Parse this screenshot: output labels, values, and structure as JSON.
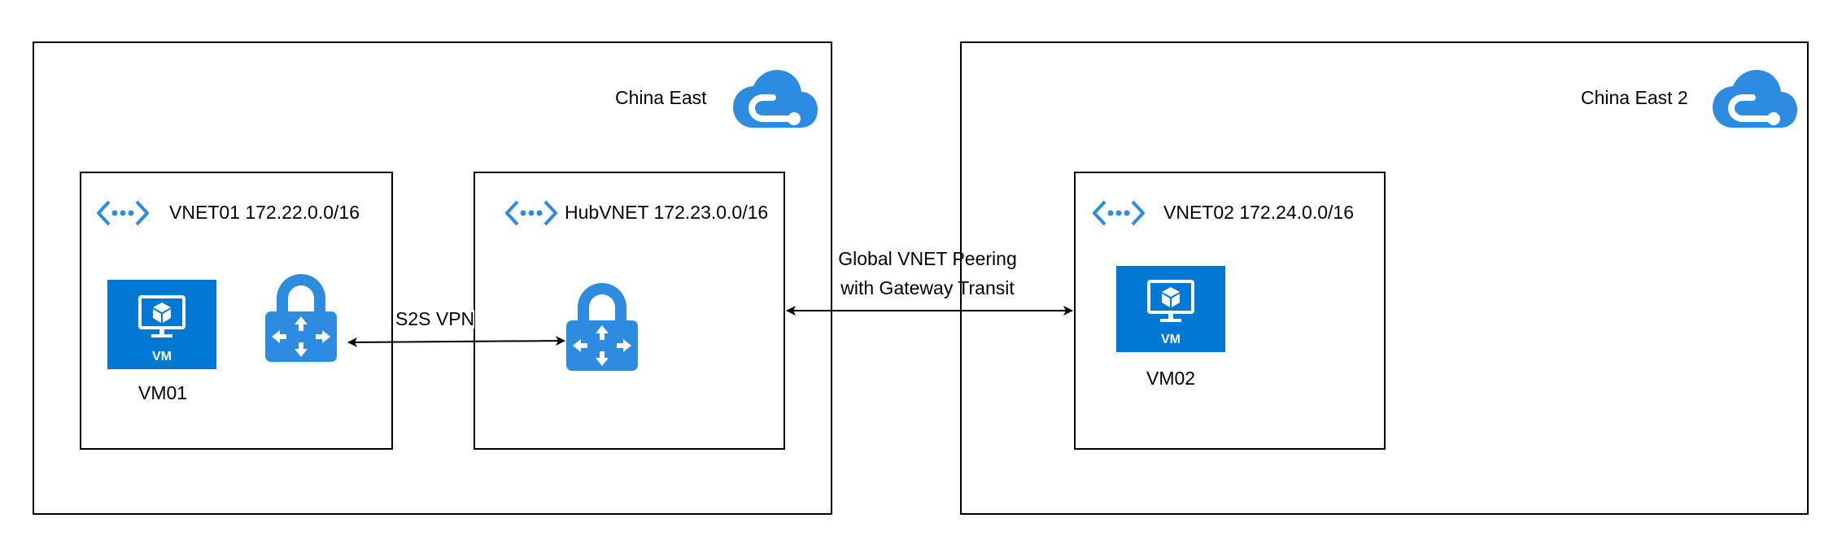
{
  "regions": [
    {
      "name": "China East"
    },
    {
      "name": "China East 2"
    }
  ],
  "vnets": {
    "vnet01": "VNET01 172.22.0.0/16",
    "hub": "HubVNET 172.23.0.0/16",
    "vnet02": "VNET02 172.24.0.0/16"
  },
  "vms": {
    "vm01": "VM01",
    "vm02": "VM02",
    "tile_label": "VM"
  },
  "connections": {
    "s2s": "S2S VPN",
    "peering_line1": "Global VNET Peering",
    "peering_line2": "with Gateway Transit"
  },
  "colors": {
    "azure_blue": "#0078d4",
    "border": "#000000"
  },
  "icons": [
    "azure-cloud-icon",
    "vnet-icon",
    "virtual-machine-icon",
    "vpn-gateway-icon"
  ]
}
